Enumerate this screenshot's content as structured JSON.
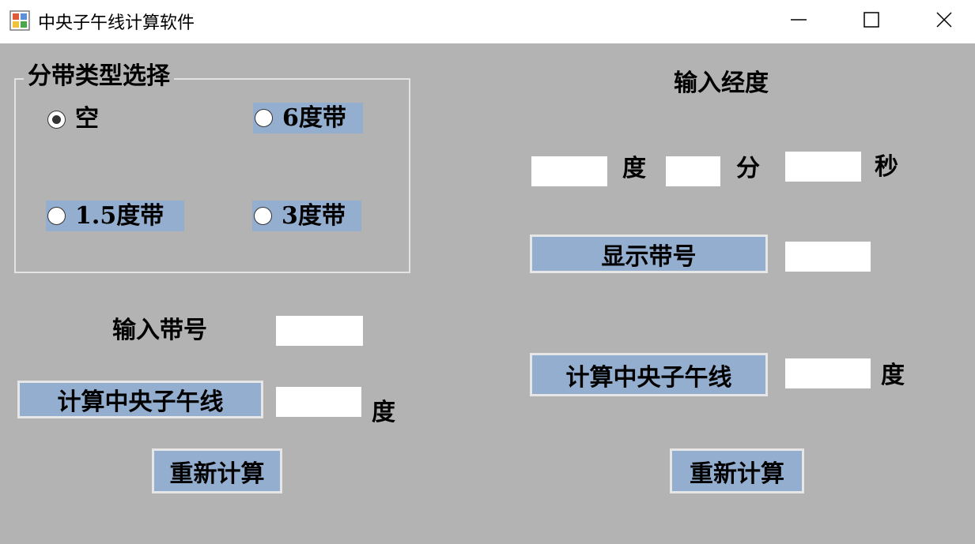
{
  "window": {
    "title": "中央子午线计算软件"
  },
  "left_panel": {
    "group_title": "分带类型选择",
    "radios": [
      {
        "label": "空",
        "checked": true
      },
      {
        "label": "6度带",
        "checked": false
      },
      {
        "label": "1.5度带",
        "checked": false
      },
      {
        "label": "3度带",
        "checked": false
      }
    ],
    "zone_label": "输入带号",
    "zone_value": "",
    "calc_button": "计算中央子午线",
    "result_value": "",
    "result_unit": "度",
    "reset_button": "重新计算"
  },
  "right_panel": {
    "heading": "输入经度",
    "degree_value": "",
    "degree_unit": "度",
    "minute_value": "",
    "minute_unit": "分",
    "second_value": "",
    "second_unit": "秒",
    "show_zone_button": "显示带号",
    "zone_output": "",
    "calc_button": "计算中央子午线",
    "result_value": "",
    "result_unit": "度",
    "reset_button": "重新计算"
  },
  "colors": {
    "client_background": "#b3b3b3",
    "button_face": "#94aed0",
    "highlight": "#94aed0",
    "titlebar": "#ffffff"
  }
}
